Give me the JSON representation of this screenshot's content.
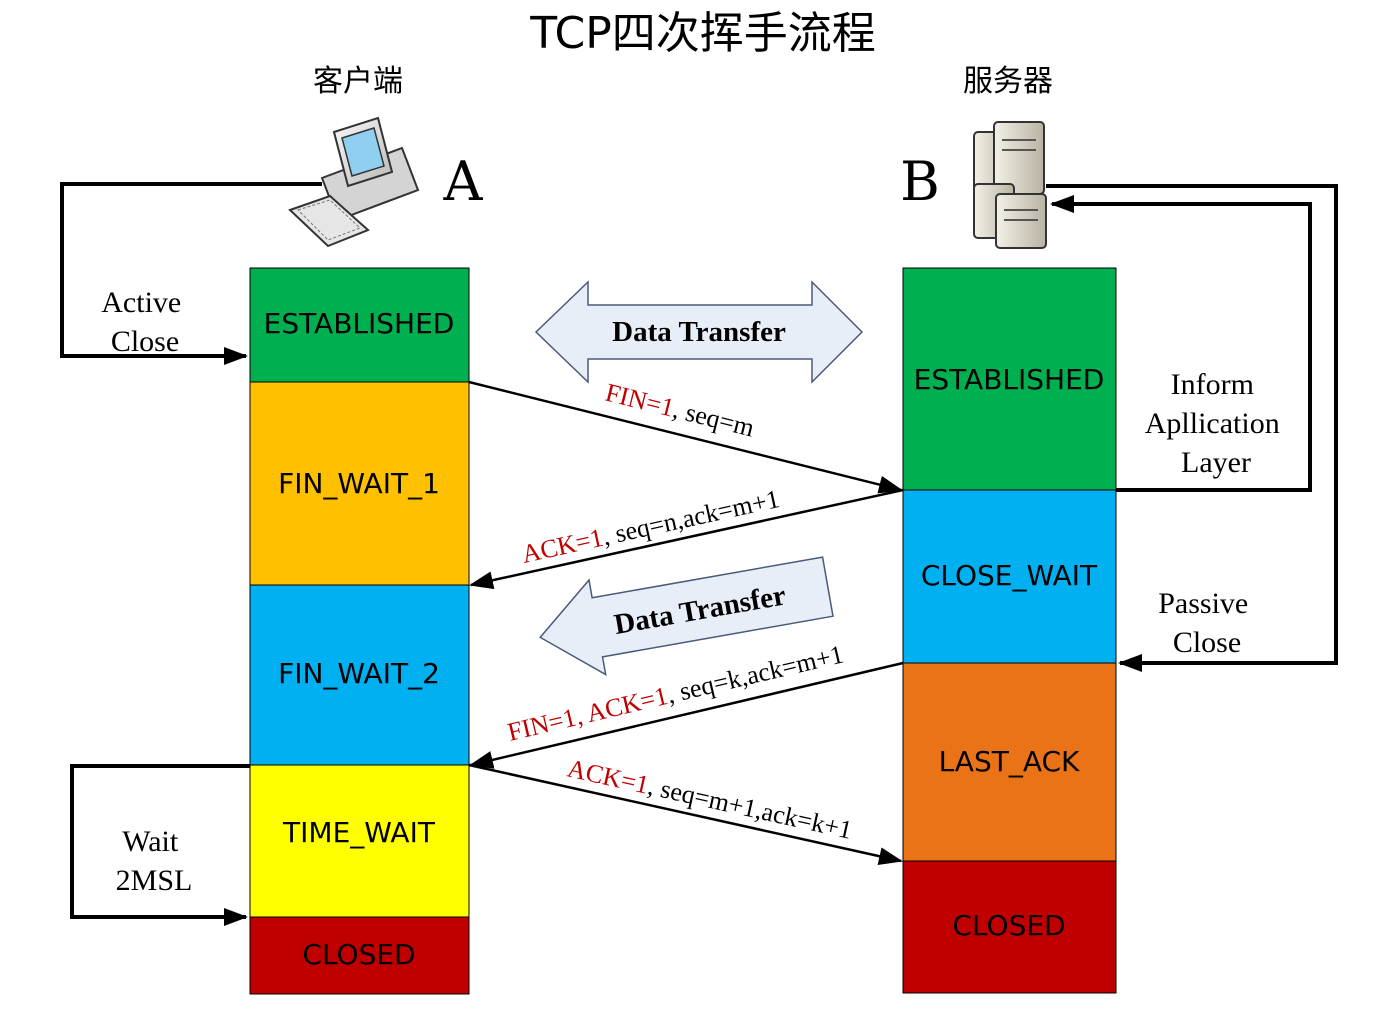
{
  "title": "TCP四次挥手流程",
  "client": {
    "label": "客户端",
    "host": "A"
  },
  "server": {
    "label": "服务器",
    "host": "B"
  },
  "client_states": [
    {
      "name": "ESTABLISHED",
      "color": "#00b050"
    },
    {
      "name": "FIN_WAIT_1",
      "color": "#ffc000"
    },
    {
      "name": "FIN_WAIT_2",
      "color": "#00b0f0"
    },
    {
      "name": "TIME_WAIT",
      "color": "#ffff00"
    },
    {
      "name": "CLOSED",
      "color": "#c00000"
    }
  ],
  "server_states": [
    {
      "name": "ESTABLISHED",
      "color": "#00b050"
    },
    {
      "name": "CLOSE_WAIT",
      "color": "#00b0f0"
    },
    {
      "name": "LAST_ACK",
      "color": "#e97316"
    },
    {
      "name": "CLOSED",
      "color": "#c00000"
    }
  ],
  "labels": {
    "active_close": [
      "Active",
      "Close"
    ],
    "wait_2msl": [
      "Wait",
      "2MSL"
    ],
    "inform": [
      "Inform",
      "Apllication",
      "Layer"
    ],
    "passive_close": [
      "Passive",
      "Close"
    ],
    "data_transfer_1": "Data Transfer",
    "data_transfer_2": "Data Transfer"
  },
  "messages": [
    {
      "flags": "FIN=1",
      "rest": ", seq=m",
      "direction": "A→B"
    },
    {
      "flags": "ACK=1",
      "rest": ", seq=n,ack=m+1",
      "direction": "B→A"
    },
    {
      "flags": "FIN=1, ACK=1",
      "rest": ", seq=k,ack=m+1",
      "direction": "B→A"
    },
    {
      "flags": "ACK=1",
      "rest": ", seq=m+1,ack=k+1",
      "direction": "A→B"
    }
  ],
  "icons": {
    "client": "desktop-computer-icon",
    "server": "server-rack-icon"
  },
  "colors": {
    "flag_text": "#c00000",
    "arrow_fill": "#e8eef7",
    "arrow_stroke": "#4a5a7a"
  }
}
